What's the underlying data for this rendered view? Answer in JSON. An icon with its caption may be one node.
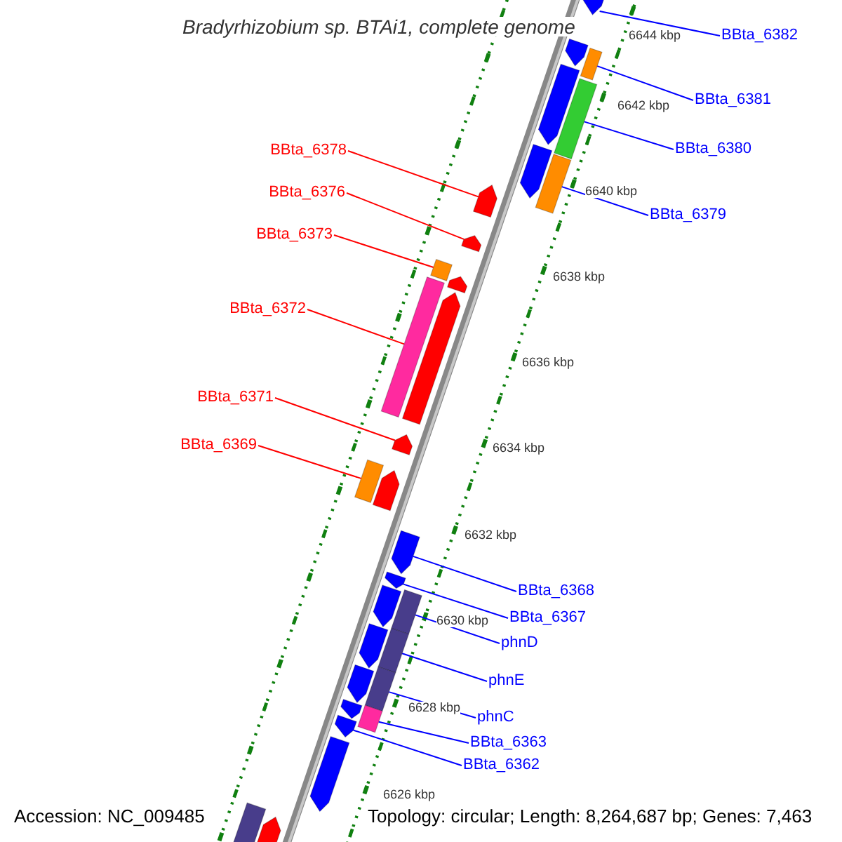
{
  "diagram": {
    "title": "Bradyrhizobium sp. BTAi1, complete genome",
    "nodes": [
      {
        "text": [
          "BBta_6382"
        ]
      },
      {
        "text": [
          "BBta_6381"
        ]
      },
      {
        "text": [
          "BBta_6380"
        ]
      },
      {
        "text": [
          "BBta_6378"
        ]
      },
      {
        "text": [
          "BBta_6376"
        ]
      },
      {
        "text": [
          "BBta_6379"
        ]
      },
      {
        "text": [
          "BBta_6373"
        ]
      },
      {
        "text": [
          "BBta_6372"
        ]
      },
      {
        "text": [
          "BBta_6371"
        ]
      },
      {
        "text": [
          "BBta_6369"
        ]
      },
      {
        "text": [
          "BBta_6368"
        ]
      },
      {
        "text": [
          "BBta_6367"
        ]
      },
      {
        "text": [
          "phnD"
        ]
      },
      {
        "text": [
          "phnE"
        ]
      },
      {
        "text": [
          "phnC"
        ]
      },
      {
        "text": [
          "BBta_6363"
        ]
      },
      {
        "text": [
          "BBta_6362"
        ]
      },
      {
        "text": [],
        "shape": "pentagon"
      },
      {
        "text": [],
        "shape": "bar"
      },
      {
        "text": [],
        "shape": "bar"
      },
      {
        "text": [],
        "shape": "pentagon"
      },
      {
        "text": [],
        "shape": "pentagon"
      },
      {
        "text": [],
        "shape": "bar"
      },
      {
        "text": [],
        "shape": "bar"
      },
      {
        "text": [],
        "shape": "bar"
      },
      {
        "text": [],
        "shape": "pentagon"
      },
      {
        "text": [],
        "shape": "bar"
      },
      {
        "text": [],
        "shape": "pentagon"
      },
      {
        "text": [],
        "shape": "pentagon"
      },
      {
        "text": [],
        "shape": "bar"
      },
      {
        "text": [],
        "shape": "bar"
      },
      {
        "text": [],
        "shape": "bar"
      },
      {
        "text": [],
        "shape": "bar"
      },
      {
        "text": [],
        "shape": "pentagon"
      },
      {
        "text": [],
        "shape": "pentagon"
      },
      {
        "text": [],
        "shape": "pentagon"
      },
      {
        "text": [],
        "shape": "pentagon"
      },
      {
        "text": [],
        "shape": "pentagon"
      },
      {
        "text": [],
        "shape": "pentagon"
      },
      {
        "text": [],
        "shape": "pentagon"
      },
      {
        "text": [],
        "shape": "pentagon"
      },
      {
        "text": [],
        "shape": "pentagon"
      },
      {
        "text": [],
        "shape": "pentagon"
      },
      {
        "text": [],
        "shape": "pentagon"
      },
      {
        "text": [],
        "shape": "pentagon"
      },
      {
        "text": [],
        "shape": "bar"
      },
      {
        "text": [],
        "shape": "pentagon"
      }
    ],
    "edges": [
      {
        "from": 0,
        "to": 17,
        "arrow": "none"
      },
      {
        "from": 1,
        "to": 18,
        "arrow": "none"
      },
      {
        "from": 2,
        "to": 19,
        "arrow": "none"
      },
      {
        "from": 3,
        "to": 20,
        "arrow": "none",
        "color": "#ff0000"
      },
      {
        "from": 4,
        "to": 21,
        "arrow": "none",
        "color": "#ff0000"
      },
      {
        "from": 5,
        "to": 22,
        "arrow": "none"
      },
      {
        "from": 6,
        "to": 23,
        "arrow": "none",
        "color": "#ff0000"
      },
      {
        "from": 7,
        "to": 24,
        "arrow": "none",
        "color": "#ff0000"
      },
      {
        "from": 8,
        "to": 25,
        "arrow": "none",
        "color": "#ff0000"
      },
      {
        "from": 9,
        "to": 26,
        "arrow": "none",
        "color": "#ff0000"
      },
      {
        "from": 10,
        "to": 27,
        "arrow": "none"
      },
      {
        "from": 11,
        "to": 28,
        "arrow": "none"
      },
      {
        "from": 12,
        "to": 29,
        "arrow": "none"
      },
      {
        "from": 13,
        "to": 30,
        "arrow": "none"
      },
      {
        "from": 14,
        "to": 31,
        "arrow": "none"
      },
      {
        "from": 15,
        "to": 32,
        "arrow": "none"
      },
      {
        "from": 16,
        "to": 33,
        "arrow": "none"
      }
    ],
    "labels": [
      "6644 kbp",
      "6642 kbp",
      "6640 kbp",
      "6638 kbp",
      "6636 kbp",
      "6634 kbp",
      "6632 kbp",
      "6630 kbp",
      "6628 kbp",
      "6626 kbp",
      "Accession: NC_009485",
      "Topology: circular; Length: 8,264,687 bp; Genes: 7,463"
    ]
  }
}
